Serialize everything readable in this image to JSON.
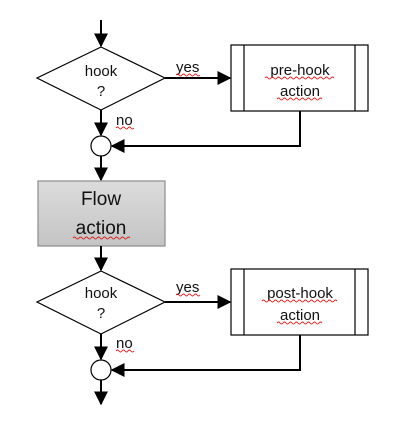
{
  "diagram": {
    "decision_top": {
      "line1": "hook",
      "line2": "?"
    },
    "yes_top": "yes",
    "no_top": "no",
    "prehook": {
      "line1": "pre-hook",
      "line2": "action"
    },
    "flow": {
      "line1": "Flow",
      "line2": "action"
    },
    "decision_bottom": {
      "line1": "hook",
      "line2": "?"
    },
    "yes_bottom": "yes",
    "no_bottom": "no",
    "posthook": {
      "line1": "post-hook",
      "line2": "action"
    }
  },
  "colors": {
    "stroke": "#000000",
    "flow_fill_top": "#dcdcdc",
    "flow_fill_bottom": "#c4c4c4",
    "spellcheck": "#d62020"
  }
}
